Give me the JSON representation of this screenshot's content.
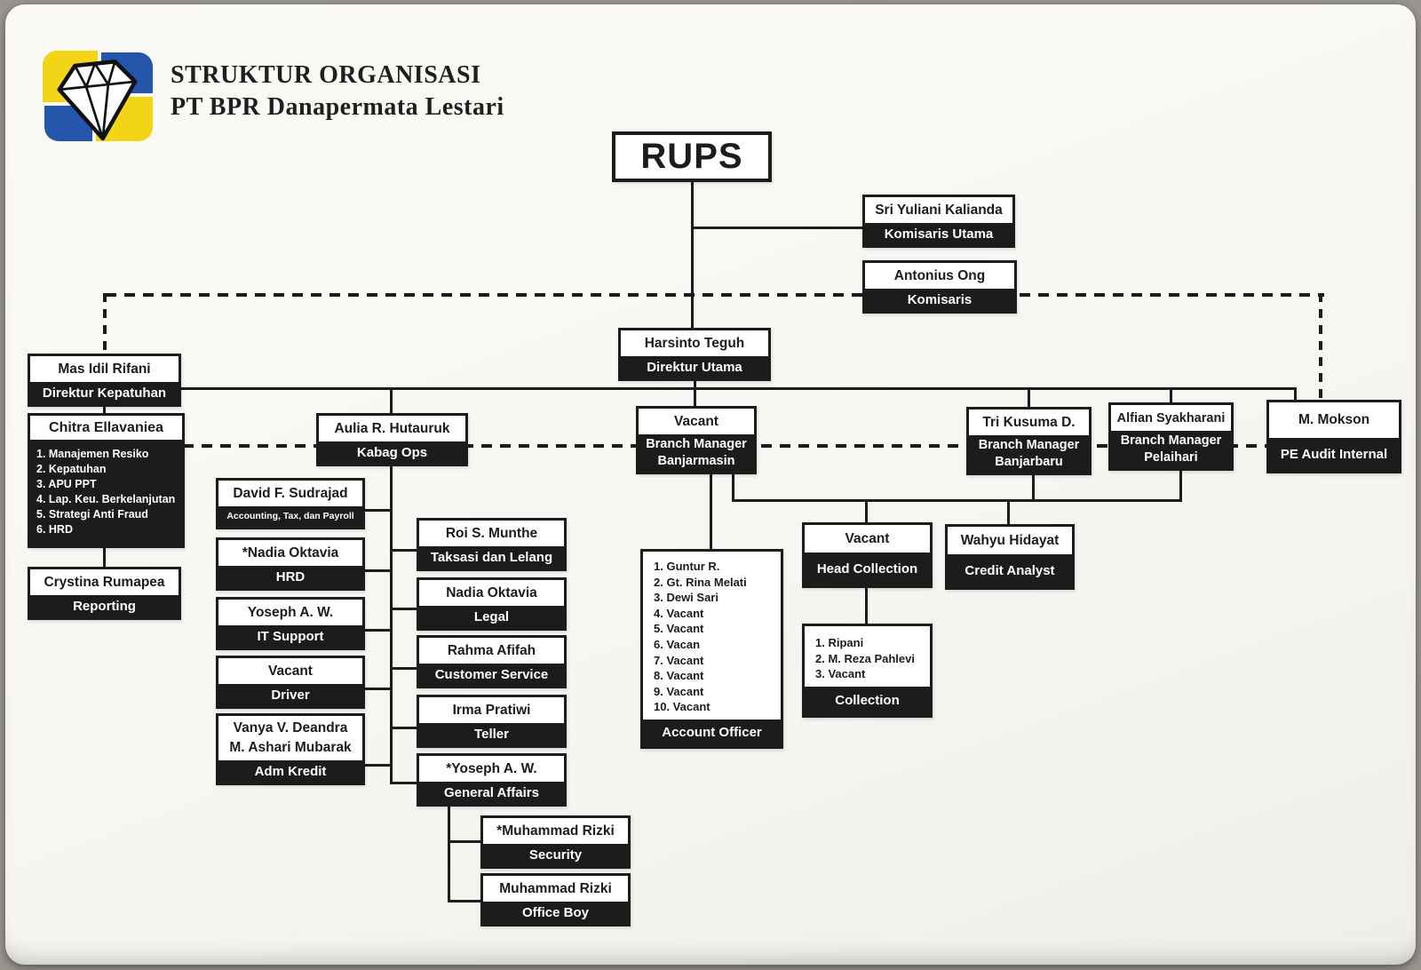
{
  "header": {
    "title_line1": "STRUKTUR ORGANISASI",
    "title_line2": "PT BPR Danapermata Lestari"
  },
  "colors": {
    "band": "#1c1c1c",
    "logo_blue": "#2456ab",
    "logo_yellow": "#f3d517"
  },
  "nodes": {
    "rups": {
      "label": "RUPS"
    },
    "komisaris_utama": {
      "name": "Sri Yuliani Kalianda",
      "role": "Komisaris Utama"
    },
    "komisaris": {
      "name": "Antonius Ong",
      "role": "Komisaris"
    },
    "direktur_utama": {
      "name": "Harsinto Teguh",
      "role": "Direktur Utama"
    },
    "direktur_kepatuhan": {
      "name": "Mas Idil Rifani",
      "role": "Direktur Kepatuhan"
    },
    "kepatuhan_unit": {
      "name": "Chitra Ellavaniea",
      "items": [
        "1. Manajemen Resiko",
        "2. Kepatuhan",
        "3. APU PPT",
        "4. Lap. Keu. Berkelanjutan",
        "5. Strategi Anti Fraud",
        "6. HRD"
      ]
    },
    "reporting": {
      "name": "Crystina Rumapea",
      "role": "Reporting"
    },
    "kabag_ops": {
      "name": "Aulia R. Hutauruk",
      "role": "Kabag Ops"
    },
    "accounting": {
      "name": "David F. Sudrajad",
      "role": "Accounting, Tax, dan Payroll"
    },
    "hrd": {
      "name": "*Nadia Oktavia",
      "role": "HRD"
    },
    "it_support": {
      "name": "Yoseph A. W.",
      "role": "IT Support"
    },
    "driver": {
      "name": "Vacant",
      "role": "Driver"
    },
    "adm_kredit": {
      "name": "Vanya V. Deandra",
      "name2": "M. Ashari Mubarak",
      "role": "Adm Kredit"
    },
    "taksasi": {
      "name": "Roi S. Munthe",
      "role": "Taksasi dan Lelang"
    },
    "legal": {
      "name": "Nadia Oktavia",
      "role": "Legal"
    },
    "customer_service": {
      "name": "Rahma Afifah",
      "role": "Customer Service"
    },
    "teller": {
      "name": "Irma Pratiwi",
      "role": "Teller"
    },
    "general_affairs": {
      "name": "*Yoseph A. W.",
      "role": "General Affairs"
    },
    "security": {
      "name": "*Muhammad Rizki",
      "role": "Security"
    },
    "office_boy": {
      "name": "Muhammad Rizki",
      "role": "Office Boy"
    },
    "bm_banjarmasin": {
      "name": "Vacant",
      "role": "Branch Manager Banjarmasin"
    },
    "account_officer": {
      "items": [
        "1. Guntur R.",
        "2. Gt. Rina Melati",
        "3. Dewi Sari",
        "4. Vacant",
        "5. Vacant",
        "6. Vacan",
        "7. Vacant",
        "8. Vacant",
        "9. Vacant",
        "10. Vacant"
      ],
      "role": "Account Officer"
    },
    "head_collection": {
      "name": "Vacant",
      "role": "Head Collection"
    },
    "collection": {
      "items": [
        "1. Ripani",
        "2. M. Reza Pahlevi",
        "3. Vacant"
      ],
      "role": "Collection"
    },
    "credit_analyst": {
      "name": "Wahyu Hidayat",
      "role": "Credit Analyst"
    },
    "bm_banjarbaru": {
      "name": "Tri Kusuma D.",
      "role": "Branch Manager Banjarbaru"
    },
    "bm_pelaihari": {
      "name": "Alfian Syakharani",
      "role": "Branch Manager Pelaihari"
    },
    "pe_audit_internal": {
      "name": "M. Mokson",
      "role": "PE Audit Internal"
    }
  }
}
